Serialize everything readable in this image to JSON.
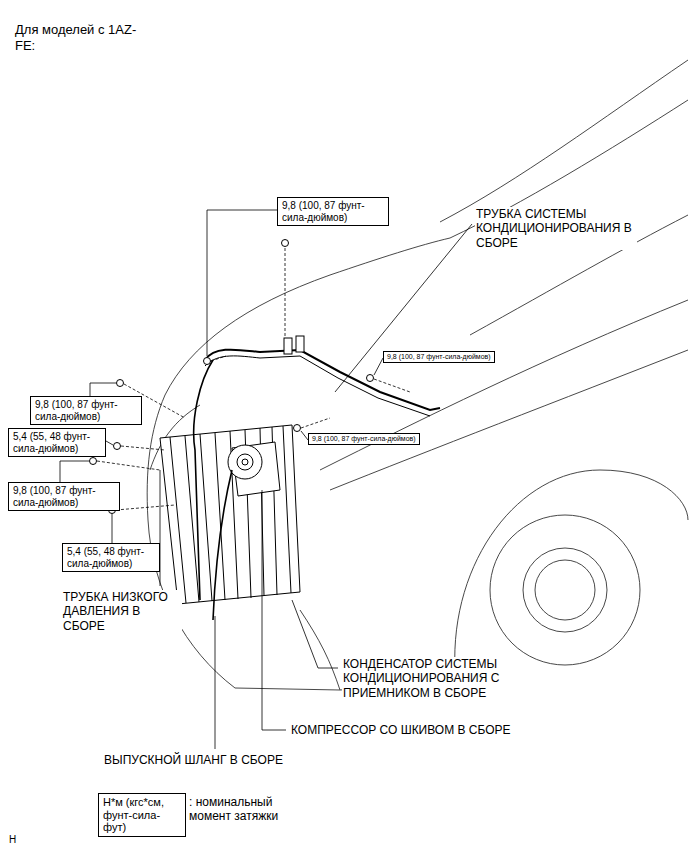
{
  "diagram": {
    "title": "Для моделей с 1AZ-FE:",
    "nodes": [
      {
        "text": [
          "9,8 (100, 87 фунт-сила-дюймов)"
        ]
      },
      {
        "text": [
          "9,8 (100, 87 фунт-сила-дюймов)"
        ]
      },
      {
        "text": [
          "9,8 (100, 87 фунт-сила-дюймов)"
        ]
      },
      {
        "text": [
          "9,8 (100, 87 фунт-сила-дюймов)"
        ]
      },
      {
        "text": [
          "5,4 (55, 48 фунт-сила-дюймов)"
        ]
      },
      {
        "text": [
          "9,8 (100, 87 фунт-сила-дюймов)"
        ]
      },
      {
        "text": [
          "5,4 (55, 48 фунт-сила-дюймов)"
        ]
      },
      {
        "text": [
          "Н*м (кгс*см, фунт-сила-фут)"
        ]
      }
    ],
    "labels": [
      "ТРУБКА СИСТЕМЫ КОНДИЦИОНИРОВАНИЯ В СБОРЕ",
      "ТРУБКА НИЗКОГО ДАВЛЕНИЯ В СБОРЕ",
      "КОНДЕНСАТОР СИСТЕМЫ КОНДИЦИОНИРОВАНИЯ С ПРИЕМНИКОМ В СБОРЕ",
      "КОМПРЕССОР СО ШКИВОМ В СБОРЕ",
      "ВЫПУСКНОЙ ШЛАНГ В СБОРЕ",
      ": номинальный момент затяжки",
      "H"
    ]
  }
}
